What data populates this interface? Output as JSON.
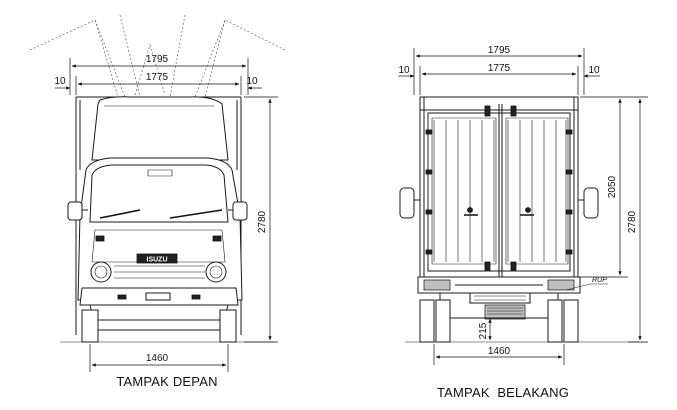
{
  "front_view": {
    "caption": "TAMPAK DEPAN",
    "dims": {
      "overall_width": "1795",
      "body_width": "1775",
      "left_offset": "10",
      "right_offset": "10",
      "overall_height": "2780",
      "track_width": "1460"
    },
    "emblem": "ISUZU"
  },
  "rear_view": {
    "caption": "TAMPAK  BELAKANG",
    "dims": {
      "overall_width": "1795",
      "body_width": "1775",
      "left_offset": "10",
      "right_offset": "10",
      "box_height": "2050",
      "overall_height": "2780",
      "ground_clearance": "215",
      "track_width": "1460"
    },
    "rup_label": "RUP"
  }
}
